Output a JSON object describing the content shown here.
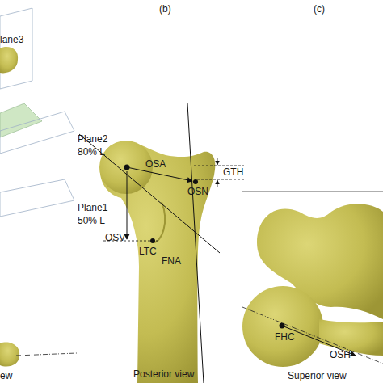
{
  "diagram": {
    "labels": [
      "(b)",
      "(c)",
      "lane3",
      "Plane2",
      "80% L",
      "OSA",
      "GTH",
      "OSN",
      "Plane1",
      "50% L",
      "OSV",
      "FNA",
      "LTC",
      "FHC",
      "OSH",
      "ew",
      "Posterior view",
      "Superior view"
    ]
  }
}
